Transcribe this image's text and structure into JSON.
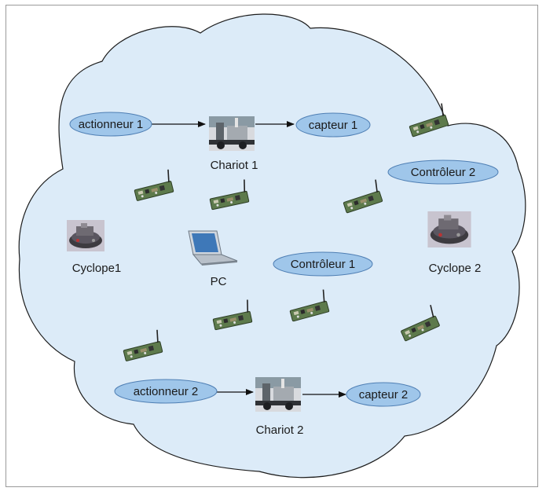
{
  "nodes": {
    "actionneur1": "actionneur 1",
    "capteur1": "capteur 1",
    "chariot1": "Chariot 1",
    "controleur2": "Contrôleur 2",
    "cyclope1": "Cyclope1",
    "pc": "PC",
    "controleur1": "Contrôleur 1",
    "cyclope2": "Cyclope 2",
    "actionneur2": "actionneur 2",
    "chariot2": "Chariot 2",
    "capteur2": "capteur 2"
  },
  "icons": {
    "sensor_board": "sensor-board-icon",
    "robot": "robot-icon",
    "laptop": "laptop-icon",
    "chariot": "chariot-robot-icon"
  },
  "colors": {
    "cloud_fill": "#dcebf8",
    "cloud_stroke": "#1c1c1c",
    "ellipse_fill": "#9fc6ea",
    "ellipse_stroke": "#4f7fb4",
    "board_green": "#5d7a4c",
    "arrow": "#111111"
  }
}
